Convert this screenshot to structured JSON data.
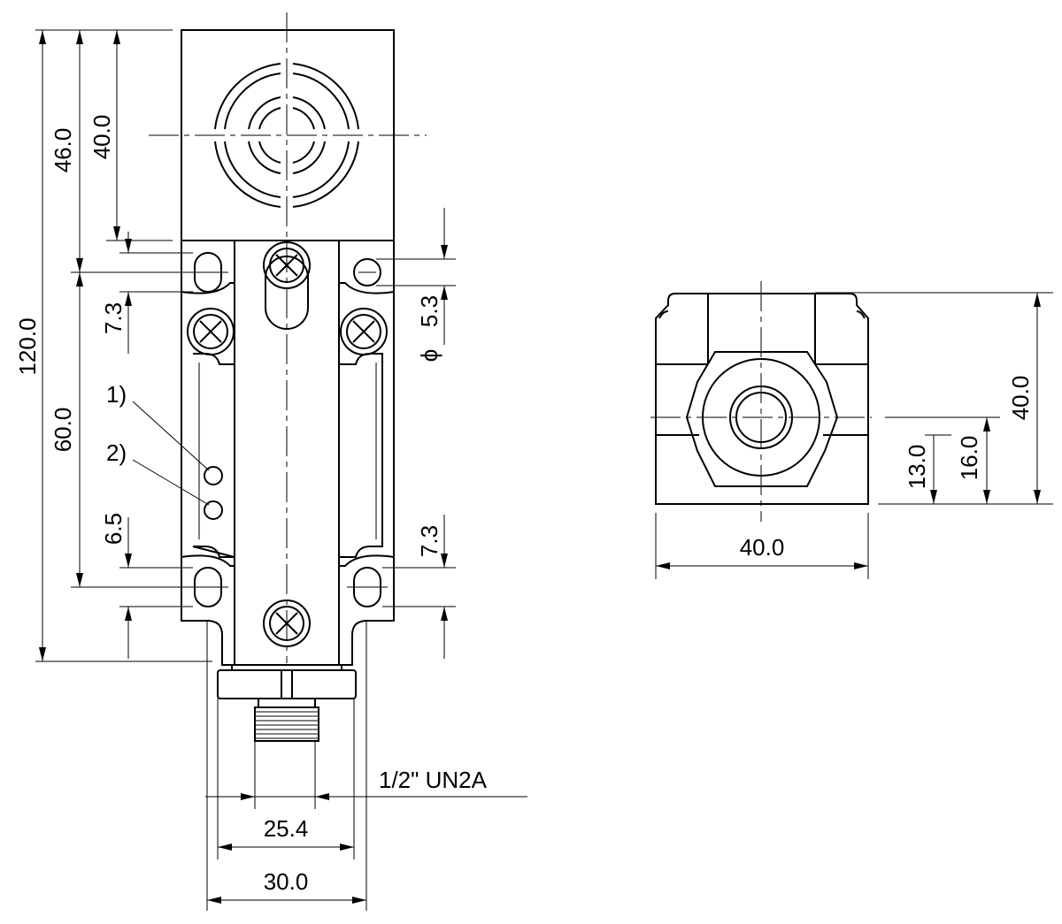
{
  "dimensions": {
    "d_46_0": "46.0",
    "d_40_0_top": "40.0",
    "d_120_0": "120.0",
    "d_7_3_upper": "7.3",
    "d_60_0": "60.0",
    "d_6_5": "6.5",
    "d_phi_5_3": "5.3",
    "d_7_3_lower": "7.3",
    "d_25_4": "25.4",
    "d_30_0": "30.0",
    "d_40_0_width": "40.0",
    "d_40_0_height": "40.0",
    "d_16_0": "16.0",
    "d_13_0": "13.0"
  },
  "callouts": {
    "led_1": "1)",
    "led_2": "2)"
  },
  "thread_label": "1/2\" UN2A",
  "diameter_symbol": "ϕ"
}
